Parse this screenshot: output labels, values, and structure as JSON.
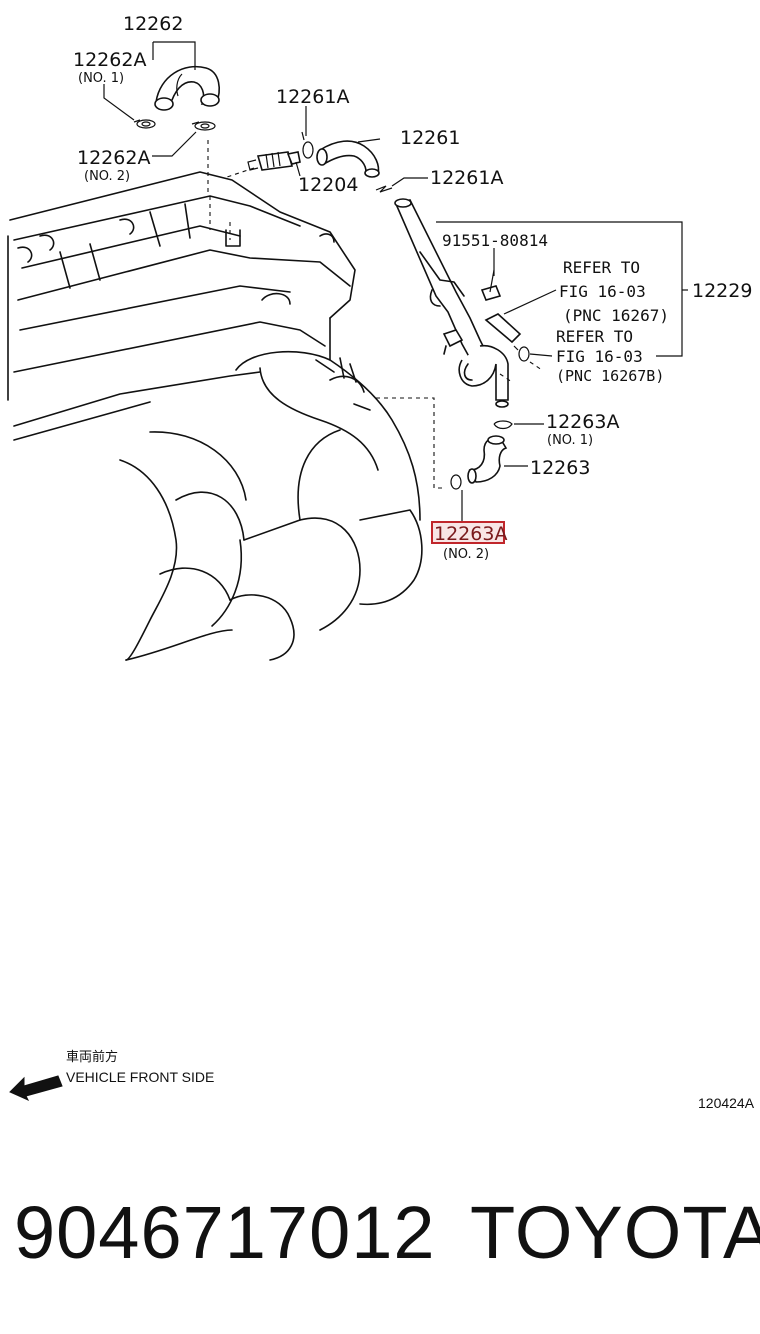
{
  "diagram": {
    "labels": {
      "p12262": "12262",
      "p12262A_no1": "12262A",
      "p12262A_no1_sub": "(NO. 1)",
      "p12262A_no2": "12262A",
      "p12262A_no2_sub": "(NO. 2)",
      "p12261A_top": "12261A",
      "p12261": "12261",
      "p12204": "12204",
      "p12261A_mid": "12261A",
      "p91551": "91551-80814",
      "refer1_a": "REFER TO",
      "refer1_b": "FIG 16-03",
      "refer1_c": "(PNC 16267)",
      "p12229": "12229",
      "refer2_a": "REFER TO",
      "refer2_b": "FIG 16-03",
      "refer2_c": "(PNC 16267B)",
      "p12263A_no1": "12263A",
      "p12263A_no1_sub": "(NO. 1)",
      "p12263": "12263",
      "p12263A_no2": "12263A",
      "p12263A_no2_sub": "(NO. 2)"
    },
    "highlight_color": "#c0262b",
    "legend": {
      "cjk": "車両前方",
      "text": "VEHICLE FRONT SIDE"
    },
    "drawing_code": "120424A"
  },
  "footer": {
    "part_number": "9046717012",
    "brand": "TOYOTA"
  }
}
